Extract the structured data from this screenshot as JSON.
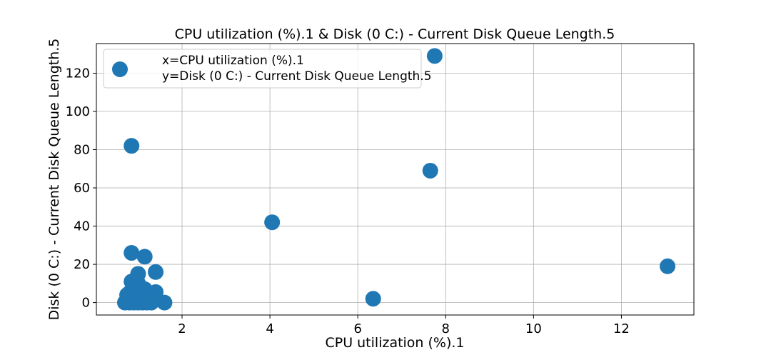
{
  "chart_data": {
    "type": "scatter",
    "title": "CPU utilization (%).1 & Disk (0 C:) - Current Disk Queue Length.5",
    "xlabel": "CPU utilization (%).1",
    "ylabel": "Disk (0 C:) - Current Disk Queue Length.5",
    "xlim": [
      0.05,
      13.65
    ],
    "ylim": [
      -6.5,
      135.5
    ],
    "xticks": [
      2,
      4,
      6,
      8,
      10,
      12
    ],
    "yticks": [
      0,
      20,
      40,
      60,
      80,
      100,
      120
    ],
    "grid": true,
    "legend_position": "top-left",
    "marker_color": "#1f77b4",
    "series": [
      {
        "name": "x=CPU utilization (%).1\ny=Disk (0 C:) - Current Disk Queue Length.5",
        "points": [
          {
            "x": 7.75,
            "y": 129
          },
          {
            "x": 0.85,
            "y": 82
          },
          {
            "x": 7.65,
            "y": 69
          },
          {
            "x": 4.05,
            "y": 42
          },
          {
            "x": 0.85,
            "y": 26
          },
          {
            "x": 1.15,
            "y": 24
          },
          {
            "x": 13.05,
            "y": 19
          },
          {
            "x": 1.4,
            "y": 16
          },
          {
            "x": 1.0,
            "y": 15
          },
          {
            "x": 0.85,
            "y": 11
          },
          {
            "x": 1.0,
            "y": 10
          },
          {
            "x": 0.9,
            "y": 8
          },
          {
            "x": 1.15,
            "y": 7
          },
          {
            "x": 1.4,
            "y": 5.5
          },
          {
            "x": 0.8,
            "y": 5
          },
          {
            "x": 0.95,
            "y": 5
          },
          {
            "x": 1.1,
            "y": 4
          },
          {
            "x": 0.75,
            "y": 4
          },
          {
            "x": 0.85,
            "y": 3
          },
          {
            "x": 1.05,
            "y": 3
          },
          {
            "x": 1.25,
            "y": 3
          },
          {
            "x": 1.35,
            "y": 2
          },
          {
            "x": 6.35,
            "y": 2
          },
          {
            "x": 0.8,
            "y": 2
          },
          {
            "x": 0.95,
            "y": 1.5
          },
          {
            "x": 1.15,
            "y": 1
          },
          {
            "x": 0.7,
            "y": 0
          },
          {
            "x": 0.8,
            "y": 0
          },
          {
            "x": 0.9,
            "y": 0
          },
          {
            "x": 1.0,
            "y": 0
          },
          {
            "x": 1.1,
            "y": 0
          },
          {
            "x": 1.2,
            "y": 0
          },
          {
            "x": 1.3,
            "y": 0
          },
          {
            "x": 1.6,
            "y": 0
          }
        ]
      }
    ]
  }
}
